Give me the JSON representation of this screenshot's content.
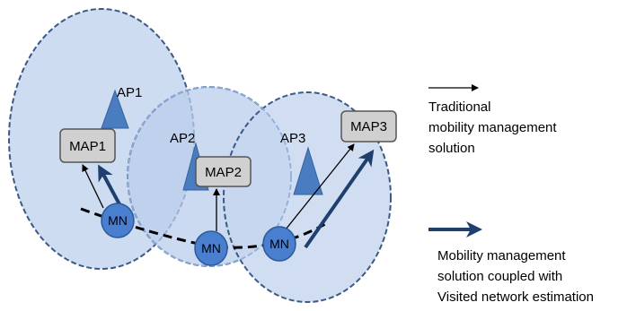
{
  "nodes": {
    "ap1": "AP1",
    "ap2": "AP2",
    "ap3": "AP3",
    "map1": "MAP1",
    "map2": "MAP2",
    "map3": "MAP3",
    "mn": "MN"
  },
  "legend": {
    "traditional": [
      "Traditional",
      "mobility management",
      "solution"
    ],
    "coupled": [
      "Mobility management",
      "solution coupled with",
      "Visited network estimation"
    ]
  },
  "colors": {
    "cell_fill": "#c5d6ef",
    "cell_stroke": "#3a5a85",
    "mn_fill": "#4a7fd0",
    "ap_fill": "#4a7cc0",
    "map_fill": "#d0d0d0",
    "thick_arrow": "#1f3f6e"
  }
}
